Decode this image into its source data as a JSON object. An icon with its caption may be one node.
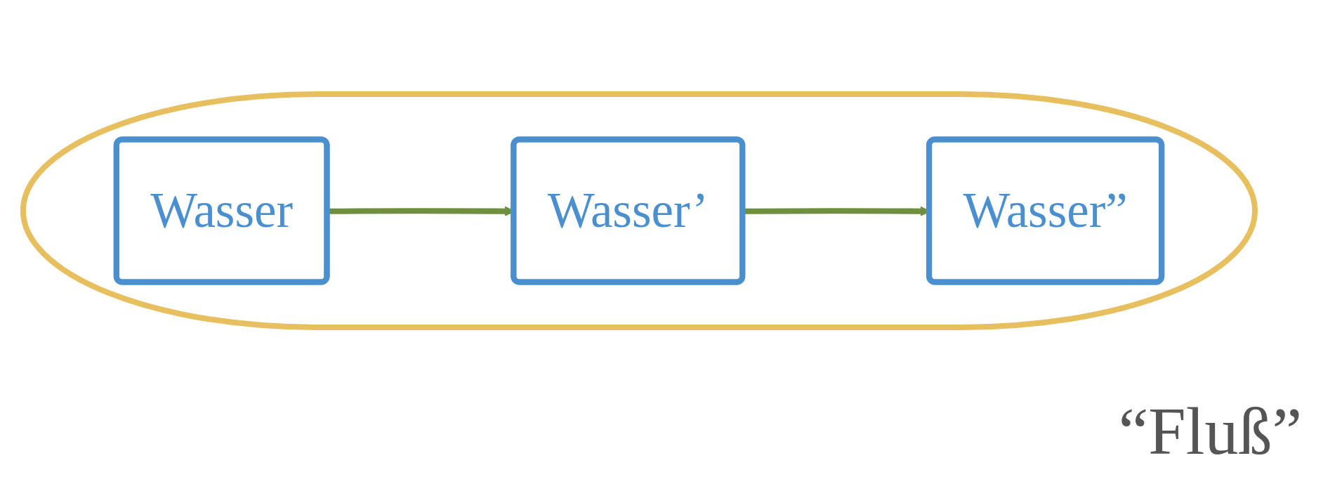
{
  "diagram": {
    "nodes": [
      {
        "text": [],
        "shape": "bubble",
        "beside": [
          "“Fluß”"
        ]
      },
      {
        "text": [
          "Wasser"
        ],
        "in": 0
      },
      {
        "text": [
          "Wasser’"
        ],
        "in": 0
      },
      {
        "text": [
          "Wasser”"
        ],
        "in": 0
      }
    ],
    "edges": [
      {
        "from": 1,
        "to": 2,
        "arrow": "to"
      },
      {
        "from": 2,
        "to": 3,
        "arrow": "to"
      }
    ]
  }
}
